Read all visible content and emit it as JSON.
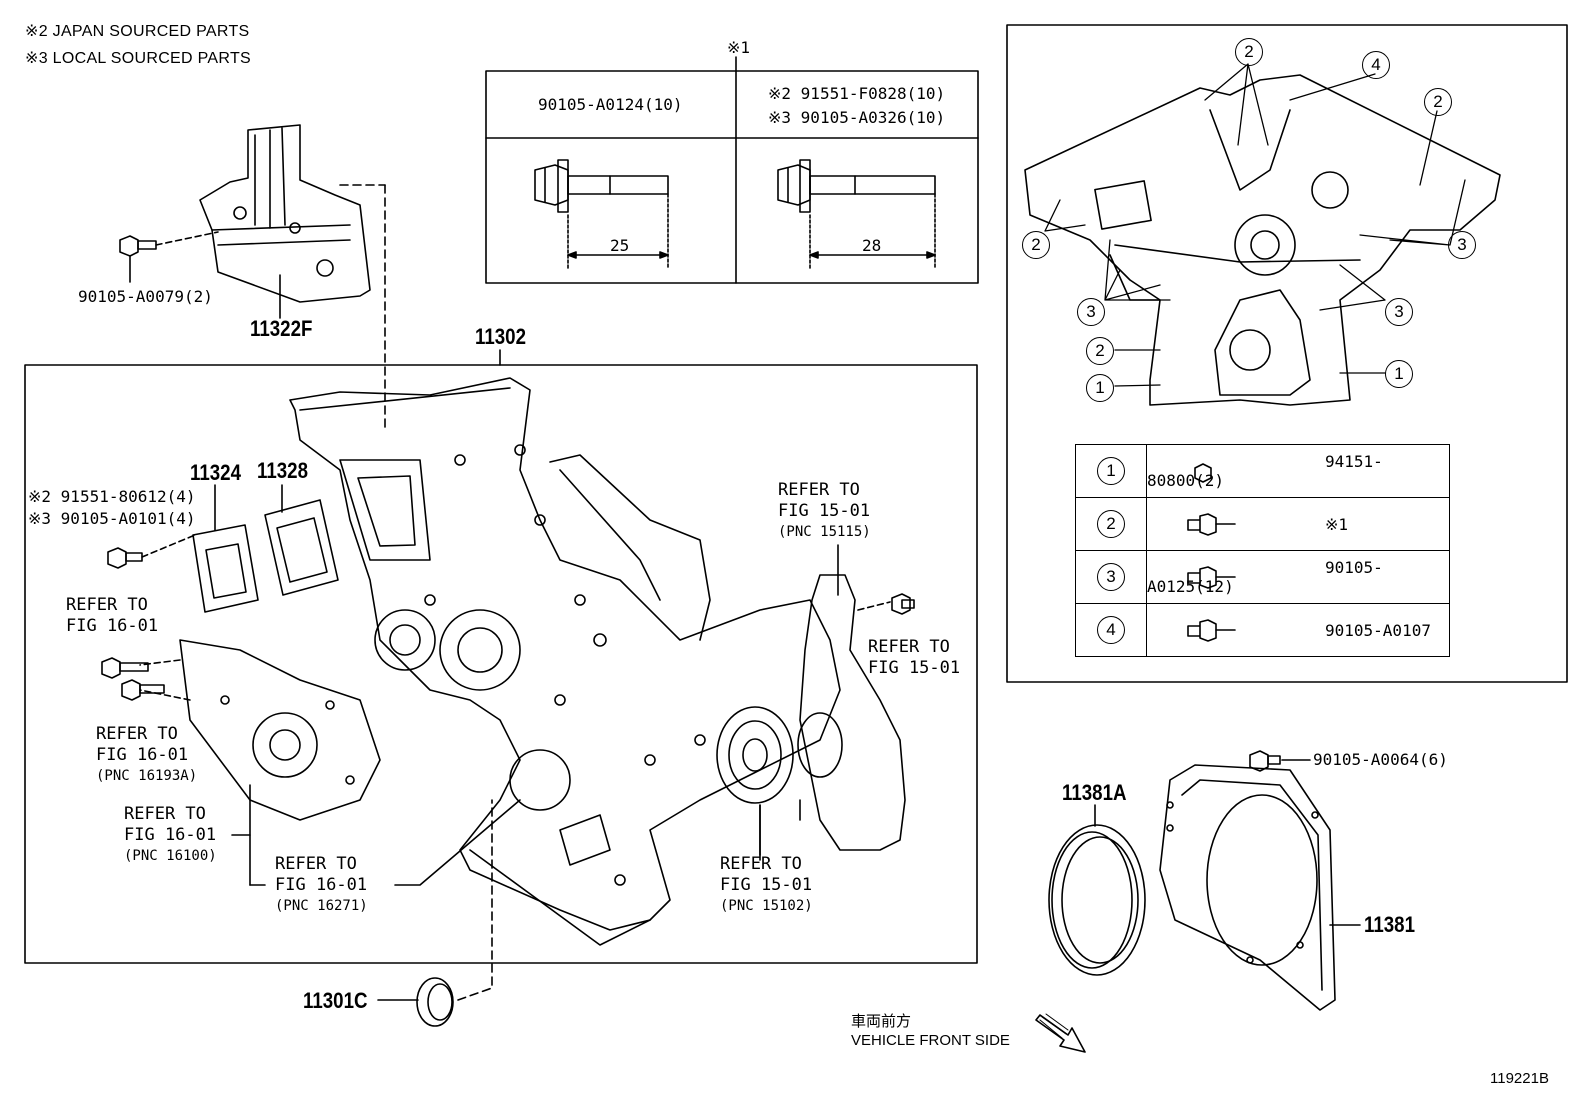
{
  "notes": {
    "japan": "※2 JAPAN SOURCED PARTS",
    "local": "※3 LOCAL SOURCED PARTS"
  },
  "bolt_table": {
    "note_mark": "※1",
    "col1_part": "90105-A0124(10)",
    "col2_part_a": "※2 91551-F0828(10)",
    "col2_part_b": "※3 90105-A0326(10)",
    "col1_length": "25",
    "col2_length": "28"
  },
  "parts": {
    "p11322f": "11322F",
    "p11322f_bolt": "90105-A0079(2)",
    "p11302": "11302",
    "p11324": "11324",
    "p11328": "11328",
    "bolt_a": "※2 91551-80612(4)",
    "bolt_b": "※3 90105-A0101(4)",
    "p11301c": "11301C",
    "p11381a": "11381A",
    "p11381": "11381",
    "p11381_bolt": "90105-A0064(6)"
  },
  "refs": {
    "r1_l1": "REFER TO",
    "r1_l2": "FIG 15-01",
    "r1_pnc": "(PNC 15115)",
    "r2_l1": "REFER TO",
    "r2_l2": "FIG 16-01",
    "r3_l1": "REFER TO",
    "r3_l2": "FIG 15-01",
    "r4_l1": "REFER TO",
    "r4_l2": "FIG 16-01",
    "r4_pnc": "(PNC 16193A)",
    "r5_l1": "REFER TO",
    "r5_l2": "FIG 16-01",
    "r5_pnc": "(PNC 16100)",
    "r6_l1": "REFER TO",
    "r6_l2": "FIG 16-01",
    "r6_pnc": "(PNC 16271)",
    "r7_l1": "REFER TO",
    "r7_l2": "FIG 15-01",
    "r7_pnc": "(PNC 15102)"
  },
  "legend": {
    "rows": [
      {
        "num": "1",
        "part": "94151-80800(2)"
      },
      {
        "num": "2",
        "part": "※1"
      },
      {
        "num": "3",
        "part": "90105-A0125(12)"
      },
      {
        "num": "4",
        "part": "90105-A0107"
      }
    ]
  },
  "front": {
    "jp": "車両前方",
    "en": "VEHICLE FRONT SIDE"
  },
  "figure_id": "119221B"
}
